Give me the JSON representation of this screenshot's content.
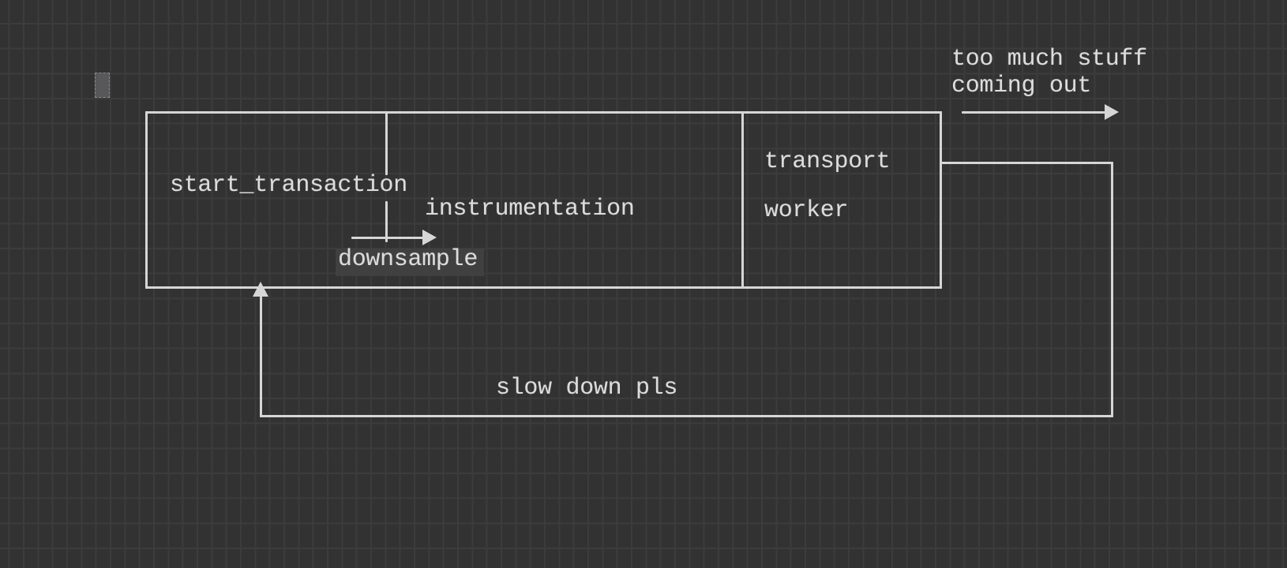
{
  "canvas": {
    "labels": {
      "start_transaction": "start_transaction",
      "instrumentation": "instrumentation",
      "downsample": "downsample",
      "transport": "transport",
      "worker": "worker",
      "feedback": "slow down pls",
      "output_line1": "too much stuff",
      "output_line2": "coming out"
    },
    "colors": {
      "background": "#323232",
      "grid_line": "#3c3c3c",
      "stroke": "#d6d6d6",
      "text": "#dcdcdc",
      "selection_highlight": "#404040",
      "cursor_fill": "#58585a"
    }
  }
}
